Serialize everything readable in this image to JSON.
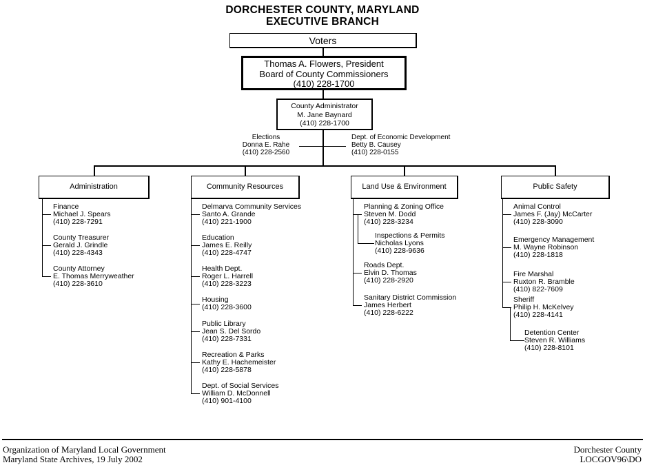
{
  "page": {
    "title_line1": "DORCHESTER COUNTY, MARYLAND",
    "title_line2": "EXECUTIVE BRANCH"
  },
  "voters": {
    "label": "Voters"
  },
  "board": {
    "name": "Thomas A. Flowers, President",
    "title": "Board of County Commissioners",
    "phone": "(410) 228-1700"
  },
  "administrator": {
    "title": "County Administrator",
    "name": "M. Jane Baynard",
    "phone": "(410) 228-1700"
  },
  "staff": {
    "elections": {
      "title": "Elections",
      "name": "Donna E. Rahe",
      "phone": "(410) 228-2560"
    },
    "economic_development": {
      "title": "Dept. of Economic Development",
      "name": "Betty B. Causey",
      "phone": "(410) 228-0155"
    }
  },
  "departments": [
    {
      "label": "Administration",
      "items": [
        {
          "title": "Finance",
          "name": "Michael J. Spears",
          "phone": "(410) 228-7291"
        },
        {
          "title": "County Treasurer",
          "name": "Gerald J. Grindle",
          "phone": "(410) 228-4343"
        },
        {
          "title": "County Attorney",
          "name": "E. Thomas Merryweather",
          "phone": "(410) 228-3610"
        }
      ]
    },
    {
      "label": "Community Resources",
      "items": [
        {
          "title": "Delmarva Community Services",
          "name": "Santo A. Grande",
          "phone": "(410) 221-1900"
        },
        {
          "title": "Education",
          "name": "James E. Reilly",
          "phone": "(410) 228-4747"
        },
        {
          "title": "Health Dept.",
          "name": "Roger L. Harrell",
          "phone": "(410) 228-3223"
        },
        {
          "title": "Housing",
          "phone": "(410) 228-3600"
        },
        {
          "title": "Public Library",
          "name": "Jean S. Del Sordo",
          "phone": "(410) 228-7331"
        },
        {
          "title": "Recreation & Parks",
          "name": "Kathy E. Hachemeister",
          "phone": "(410) 228-5878"
        },
        {
          "title": "Dept. of Social Services",
          "name": "William D. McDonnell",
          "phone": "(410) 901-4100"
        }
      ]
    },
    {
      "label": "Land Use & Environment",
      "items": [
        {
          "title": "Planning & Zoning Office",
          "name": "Steven M. Dodd",
          "phone": "(410) 228-3234"
        },
        {
          "title": "Inspections & Permits",
          "name": "Nicholas Lyons",
          "phone": "(410) 228-9636"
        },
        {
          "title": "Roads Dept.",
          "name": "Elvin D. Thomas",
          "phone": "(410) 228-2920"
        },
        {
          "title": "Sanitary District Commission",
          "name": "James Herbert",
          "phone": "(410) 228-6222"
        }
      ]
    },
    {
      "label": "Public Safety",
      "items": [
        {
          "title": "Animal Control",
          "name": "James F. (Jay) McCarter",
          "phone": "(410) 228-3090"
        },
        {
          "title": "Emergency Management",
          "name": "M. Wayne Robinson",
          "phone": "(410) 228-1818"
        },
        {
          "title": "Fire Marshal",
          "name": "Ruxton R. Bramble",
          "phone": "(410) 822-7609"
        },
        {
          "title": "Sheriff",
          "name": "Philip H. McKelvey",
          "phone": "(410) 228-4141"
        },
        {
          "title": "Detention Center",
          "name": "Steven R. Williams",
          "phone": "(410) 228-8101"
        }
      ]
    }
  ],
  "footer": {
    "left_line1": "Organization of Maryland Local Government",
    "left_line2": "Maryland State Archives, 19 July 2002",
    "right_line1": "Dorchester County",
    "right_line2": "LOCGOV96\\DO"
  }
}
